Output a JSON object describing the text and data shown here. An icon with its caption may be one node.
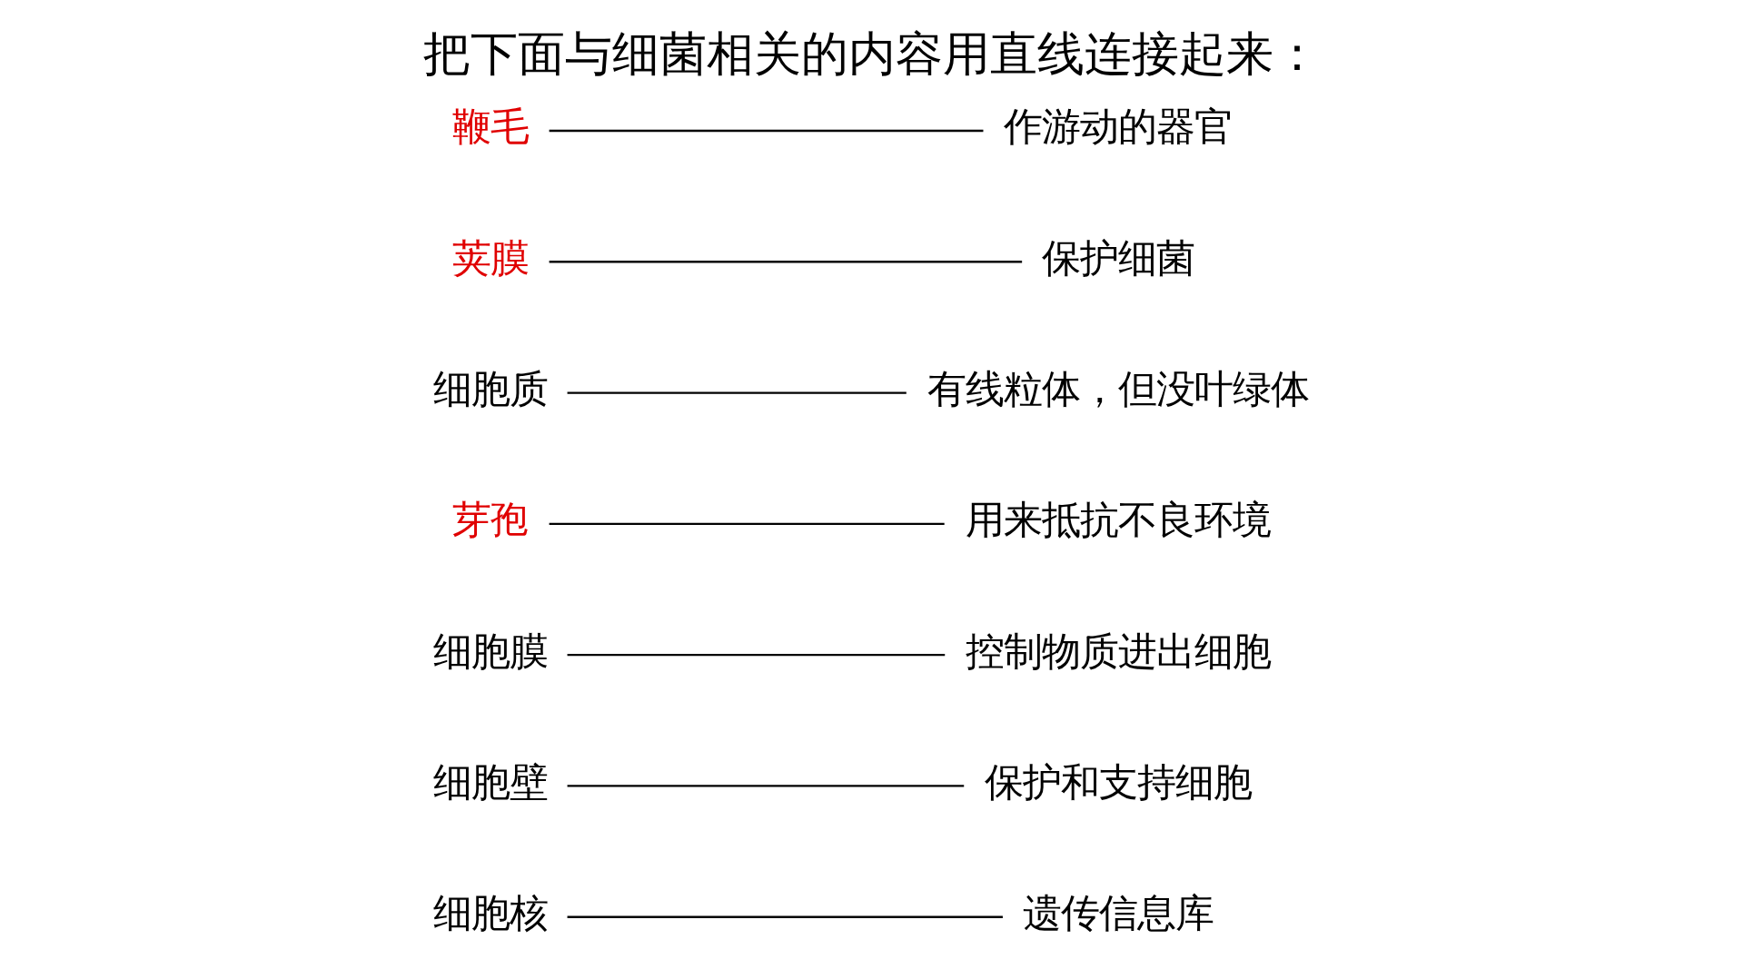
{
  "diagram": {
    "title": "把下面与细菌相关的内容用直线连接起来：",
    "nodes": [
      {
        "text": [
          "细胞核"
        ]
      },
      {
        "text": [
          "保护和支持细胞"
        ]
      },
      {
        "text": [
          "细胞壁"
        ]
      },
      {
        "text": [
          "遗传信息库"
        ]
      },
      {
        "text": [
          "细胞膜"
        ]
      },
      {
        "text": [
          "用来抵抗不良环境"
        ]
      },
      {
        "text": [
          "细胞质"
        ]
      },
      {
        "text": [
          "控制物质进出细胞"
        ]
      },
      {
        "text": [
          "荚膜"
        ]
      },
      {
        "text": [
          "保护细菌"
        ]
      },
      {
        "text": [
          "鞭毛"
        ]
      },
      {
        "text": [
          "作游动的器官"
        ]
      },
      {
        "text": [
          "芽孢"
        ]
      },
      {
        "text": [
          "有线粒体，但没叶绿体"
        ]
      }
    ],
    "edges": [
      {
        "from": 0,
        "to": 3,
        "arrow": "none"
      },
      {
        "from": 2,
        "to": 1,
        "arrow": "none"
      },
      {
        "from": 4,
        "to": 7,
        "arrow": "none"
      },
      {
        "from": 6,
        "to": 13,
        "arrow": "none"
      },
      {
        "from": 8,
        "to": 9,
        "arrow": "none"
      },
      {
        "from": 10,
        "to": 11,
        "arrow": "none"
      },
      {
        "from": 12,
        "to": 5,
        "arrow": "none"
      }
    ]
  }
}
